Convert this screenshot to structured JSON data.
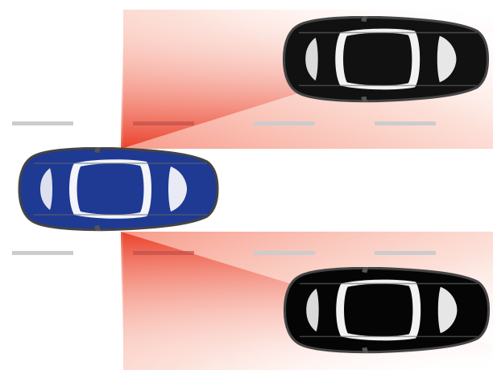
{
  "scene": {
    "subject_car": {
      "icon": "car-topview-icon",
      "color": "#1f3a93",
      "heading": "right"
    },
    "other_cars": [
      {
        "icon": "car-topview-icon",
        "color": "#111111",
        "lane": "upper",
        "heading": "right"
      },
      {
        "icon": "car-topview-icon",
        "color": "#050505",
        "lane": "lower",
        "heading": "right"
      }
    ],
    "detection_zone_color": "#f0401f",
    "lane_marking_color": "#cccccc"
  }
}
